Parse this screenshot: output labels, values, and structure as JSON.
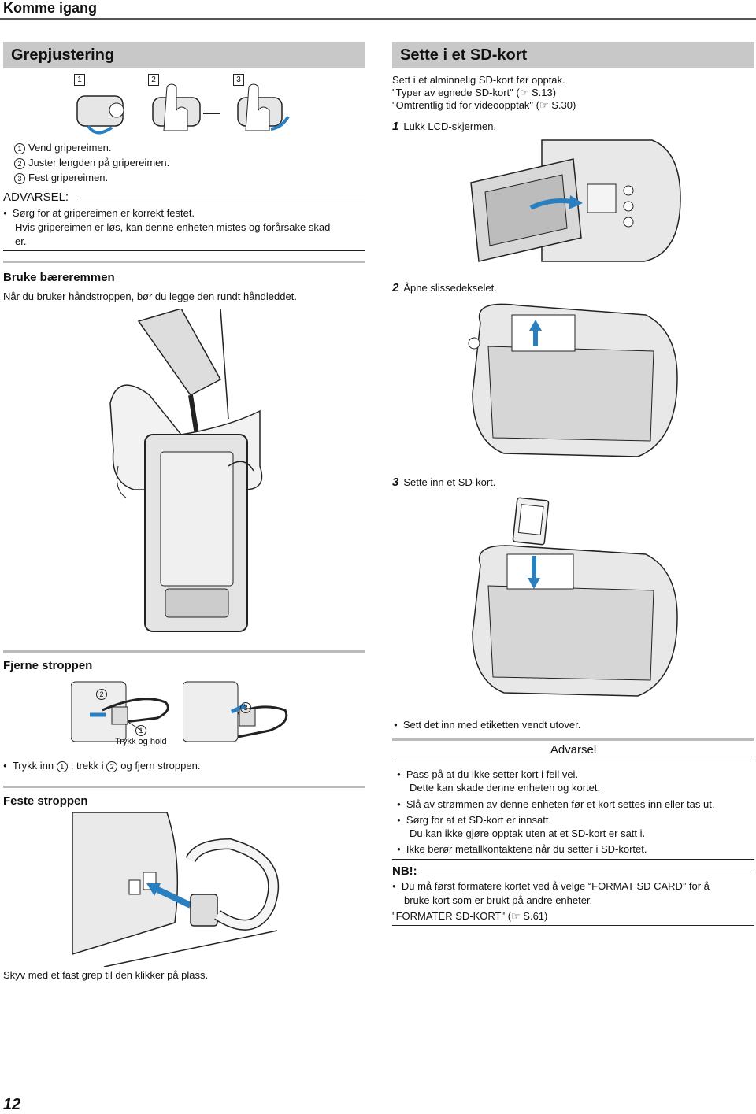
{
  "header": {
    "title": "Komme igang"
  },
  "grip": {
    "title": "Grepjustering",
    "panel_labels": [
      "1",
      "2",
      "3"
    ],
    "steps": [
      {
        "num": "1",
        "text": "Vend gripereimen."
      },
      {
        "num": "2",
        "text": "Juster lengden på gripereimen."
      },
      {
        "num": "3",
        "text": "Fest gripereimen."
      }
    ],
    "warning_title": "ADVARSEL:",
    "warning_line1": "Sørg for at gripereimen er korrekt festet.",
    "warning_line2": "Hvis gripereimen er løs, kan denne enheten mistes og forårsake skad-",
    "warning_line3": "er."
  },
  "carry": {
    "title": "Bruke bæreremmen",
    "text": "Når du bruker håndstroppen, bør du legge den rundt håndleddet."
  },
  "remove": {
    "title": "Fjerne stroppen",
    "label_press": "Trykk og hold",
    "callouts": [
      "1",
      "2",
      "3"
    ],
    "bullet_a": "Trykk inn",
    "bullet_b": ", trekk i",
    "bullet_c": "og fjern stroppen."
  },
  "attach": {
    "title": "Feste stroppen",
    "caption": "Skyv med et fast grep til den klikker på plass."
  },
  "sd": {
    "title": "Sette i et SD-kort",
    "intro1": "Sett i et alminnelig SD-kort før opptak.",
    "intro2": "\"Typer av egnede SD-kort\"  (☞ S.13)",
    "intro3": "\"Omtrentlig tid for videoopptak\"  (☞ S.30)",
    "step1_num": "1",
    "step1": "Lukk LCD-skjermen.",
    "step2_num": "2",
    "step2": "Åpne slissedekselet.",
    "step3_num": "3",
    "step3": "Sette inn et SD-kort.",
    "label_note": "Sett det inn med etiketten vendt utover.",
    "caution_title": "Advarsel",
    "cautions": [
      "Pass på at du ikke setter kort i feil vei.",
      "Dette kan skade denne enheten og kortet.",
      "Slå av strømmen av denne enheten før et kort settes inn eller tas ut.",
      "Sørg for at et SD-kort er innsatt.",
      "Du kan ikke gjøre opptak uten at et SD-kort er satt i.",
      "Ikke berør metallkontaktene når du setter i SD-kortet."
    ],
    "nb_title": "NB!:",
    "nb_line1": "Du må først formatere kortet ved å velge “FORMAT SD CARD” for å",
    "nb_line2": "bruke kort som er brukt på andre enheter.",
    "nb_link": "\"FORMATER SD-KORT\"  (☞ S.61)"
  },
  "footer": {
    "page_number": "12"
  }
}
